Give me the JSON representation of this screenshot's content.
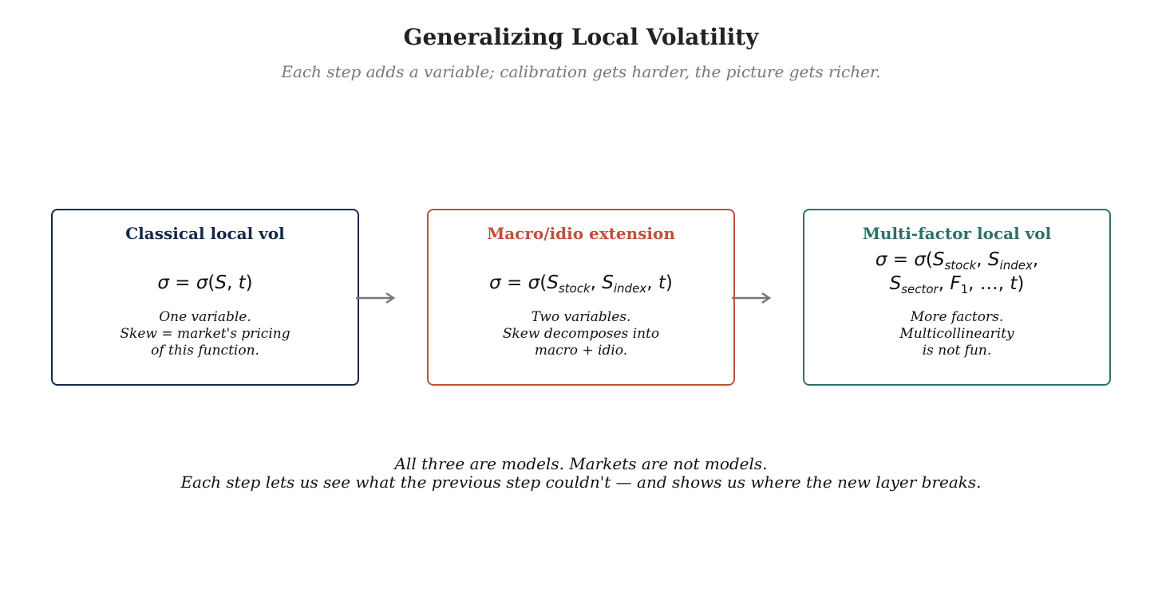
{
  "title": "Generalizing Local Volatility",
  "subtitle": "Each step adds a variable; calibration gets harder, the picture gets richer.",
  "colors": {
    "classical": "#14284b",
    "macro": "#c0503a",
    "multifactor": "#2f7068",
    "arrow": "#777777"
  },
  "boxes": [
    {
      "title": "Classical local vol",
      "formula_lines": [
        "σ = σ(S, t)"
      ],
      "desc": [
        "One variable.",
        "Skew = market's pricing",
        "of this function."
      ]
    },
    {
      "title": "Macro/idio extension",
      "formula_lines": [
        "σ = σ(S_stock, S_index, t)"
      ],
      "desc": [
        "Two variables.",
        "Skew decomposes into",
        "macro + idio."
      ]
    },
    {
      "title": "Multi-factor local vol",
      "formula_lines": [
        "σ = σ(S_stock, S_index,",
        "S_sector, F_1, …, t)"
      ],
      "desc": [
        "More factors.",
        "Multicollinearity",
        "is not fun."
      ]
    }
  ],
  "footer": [
    "All three are models. Markets are not models.",
    "Each step lets us see what the previous step couldn't — and shows us where the new layer breaks."
  ]
}
